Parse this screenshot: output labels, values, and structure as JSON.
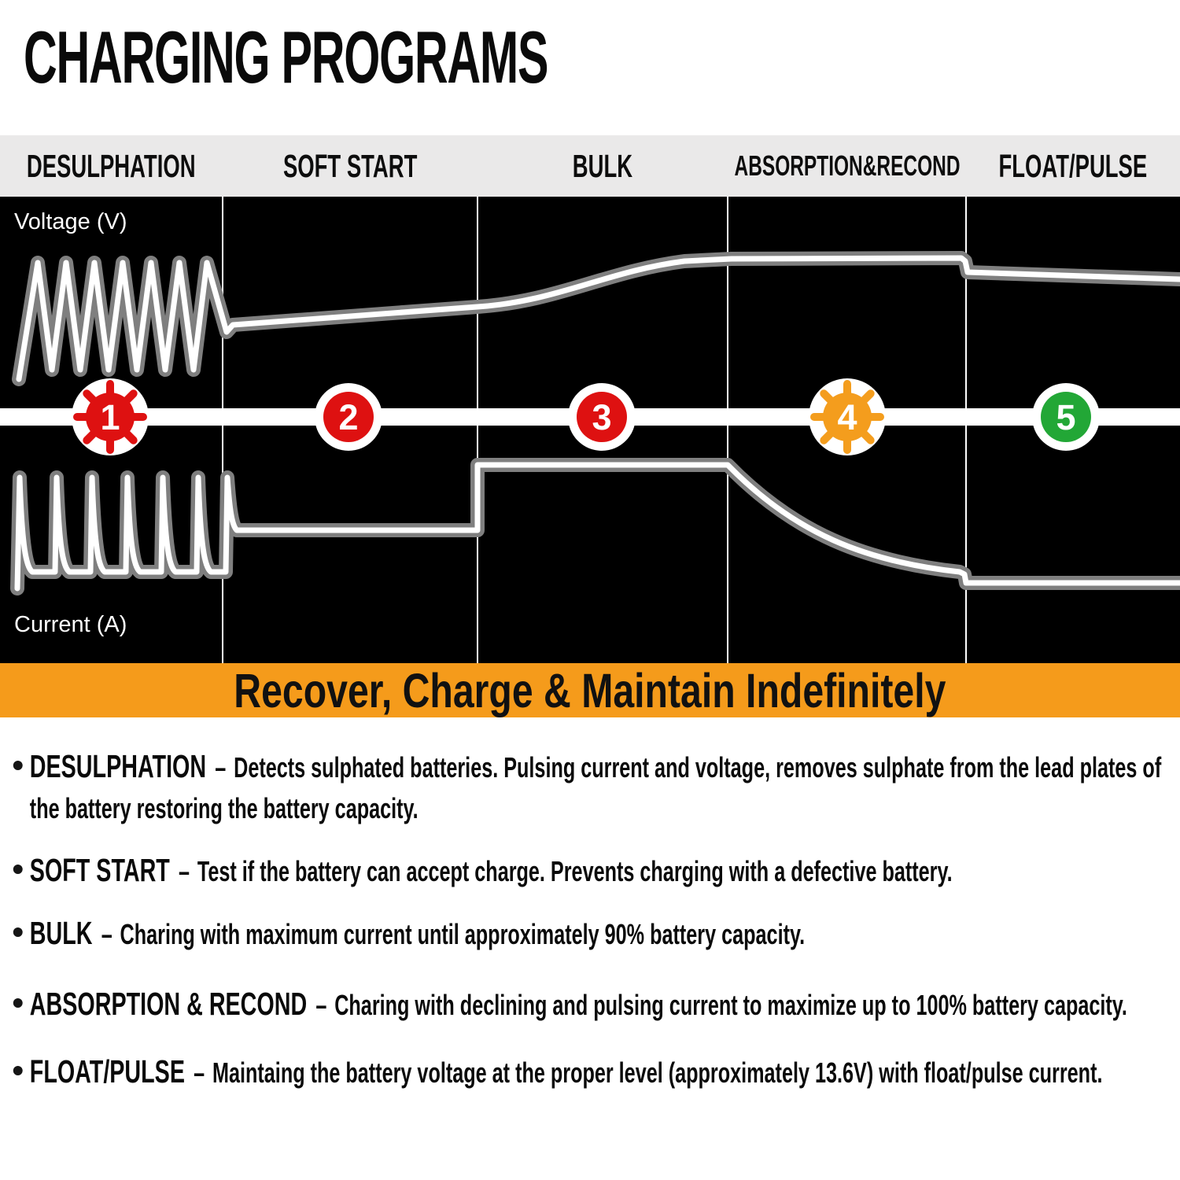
{
  "title": "CHARGING PROGRAMS",
  "diagram": {
    "voltage_axis_label": "Voltage (V)",
    "current_axis_label": "Current (A)",
    "background_color": "#000000",
    "curve_color": "#ffffff",
    "stages": [
      {
        "number": "1",
        "label": "DESULPHATION",
        "badge_color": "#DE1111",
        "badge_style": "gear-spikes",
        "voltage_curve": "pulsing sawtooth oscillation",
        "current_curve": "repeated sharp pulse spikes"
      },
      {
        "number": "2",
        "label": "SOFT START",
        "badge_color": "#DE1111",
        "badge_style": "plain",
        "voltage_curve": "low level, slowly rising",
        "current_curve": "low constant"
      },
      {
        "number": "3",
        "label": "BULK",
        "badge_color": "#DE1111",
        "badge_style": "plain",
        "voltage_curve": "ramps up to high plateau",
        "current_curve": "maximum constant"
      },
      {
        "number": "4",
        "label": "ABSORPTION&RECOND",
        "badge_color": "#F49D1D",
        "badge_style": "gear-spikes",
        "voltage_curve": "high constant",
        "current_curve": "exponentially declining"
      },
      {
        "number": "5",
        "label": "FLOAT/PULSE",
        "badge_color": "#22A736",
        "badge_style": "plain",
        "voltage_curve": "steps down, slightly declining",
        "current_curve": "low flat, slightly declining"
      }
    ]
  },
  "banner": {
    "text": "Recover, Charge & Maintain Indefinitely",
    "bg_color": "#F59B1B"
  },
  "bullets": [
    {
      "term": "DESULPHATION",
      "separator": "–",
      "desc": "Detects sulphated batteries. Pulsing current and voltage, removes sulphate from the lead plates of the battery restoring the battery capacity."
    },
    {
      "term": "SOFT START",
      "separator": "–",
      "desc": "Test if the battery can accept charge. Prevents charging with a defective battery."
    },
    {
      "term": "BULK",
      "separator": "–",
      "desc": "Charing with maximum current until approximately 90% battery capacity."
    },
    {
      "term": "ABSORPTION & RECOND",
      "separator": "–",
      "desc": "Charing with declining and pulsing current to maximize up to 100% battery capacity."
    },
    {
      "term": "FLOAT/PULSE",
      "separator": "–",
      "desc": "Maintaing the battery voltage at the proper level (approximately 13.6V) with float/pulse current."
    }
  ]
}
